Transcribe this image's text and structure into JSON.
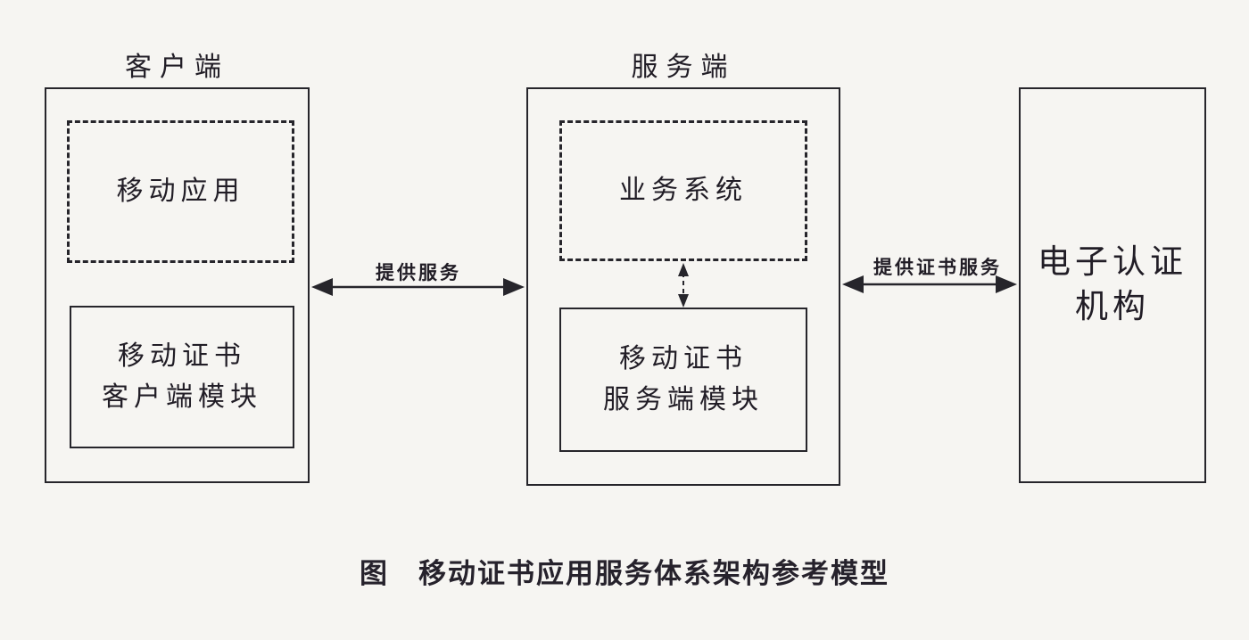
{
  "figure": {
    "caption": "图　移动证书应用服务体系架构参考模型"
  },
  "client": {
    "title": "客户端",
    "mobile_app_label": "移动应用",
    "cert_module_label": "移动证书\n客户端模块"
  },
  "server": {
    "title": "服务端",
    "business_system_label": "业务系统",
    "cert_module_label": "移动证书\n服务端模块"
  },
  "ca": {
    "label": "电子认证\n机构"
  },
  "connections": {
    "client_server_label": "提供服务",
    "server_ca_label": "提供证书服务"
  },
  "colors": {
    "background": "#f6f5f2",
    "line": "#26252b",
    "text": "#211d26"
  }
}
